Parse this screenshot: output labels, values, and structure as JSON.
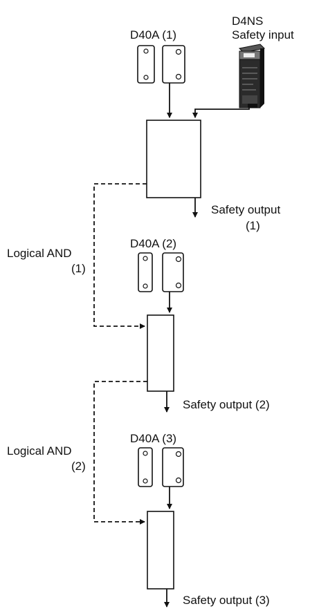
{
  "sensors": [
    {
      "label": "D40A (1)"
    },
    {
      "label": "D40A (2)"
    },
    {
      "label": "D40A (3)"
    }
  ],
  "d4ns": {
    "line1": "D4NS",
    "line2": "Safety input"
  },
  "outputs": [
    {
      "line1": "Safety output",
      "line2": "(1)"
    },
    {
      "line1": "Safety output (2)"
    },
    {
      "line1": "Safety output (3)"
    }
  ],
  "logic": [
    {
      "line1": "Logical AND",
      "line2": "(1)"
    },
    {
      "line1": "Logical AND",
      "line2": "(2)"
    }
  ],
  "colors": {
    "line": "#111111",
    "switch_fill": "#ffffff",
    "d4ns_body": "#2b2b2b"
  }
}
